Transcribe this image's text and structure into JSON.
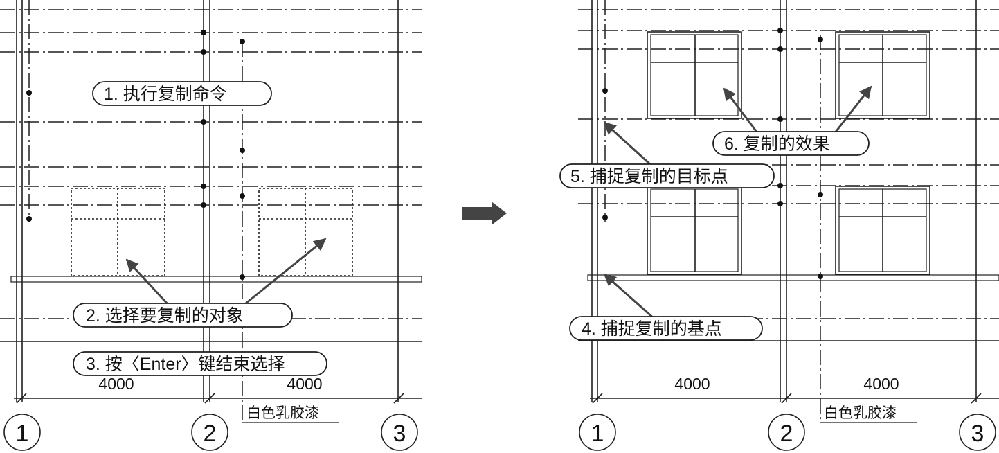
{
  "left": {
    "callouts": {
      "step1": "1. 执行复制命令",
      "step2": "2. 选择要复制的对象",
      "step3": "3. 按〈Enter〉键结束选择"
    },
    "dims": [
      "4000",
      "4000"
    ],
    "material": "白色乳胶漆",
    "axes": [
      "1",
      "2",
      "3"
    ]
  },
  "right": {
    "callouts": {
      "step4": "4. 捕捉复制的基点",
      "step5": "5. 捕捉复制的目标点",
      "step6": "6. 复制的效果"
    },
    "dims": [
      "4000",
      "4000"
    ],
    "material": "白色乳胶漆",
    "axes": [
      "1",
      "2",
      "3"
    ]
  },
  "colors": {
    "line": "#1f1f1f",
    "arrow": "#444444",
    "background": "#ffffff"
  }
}
